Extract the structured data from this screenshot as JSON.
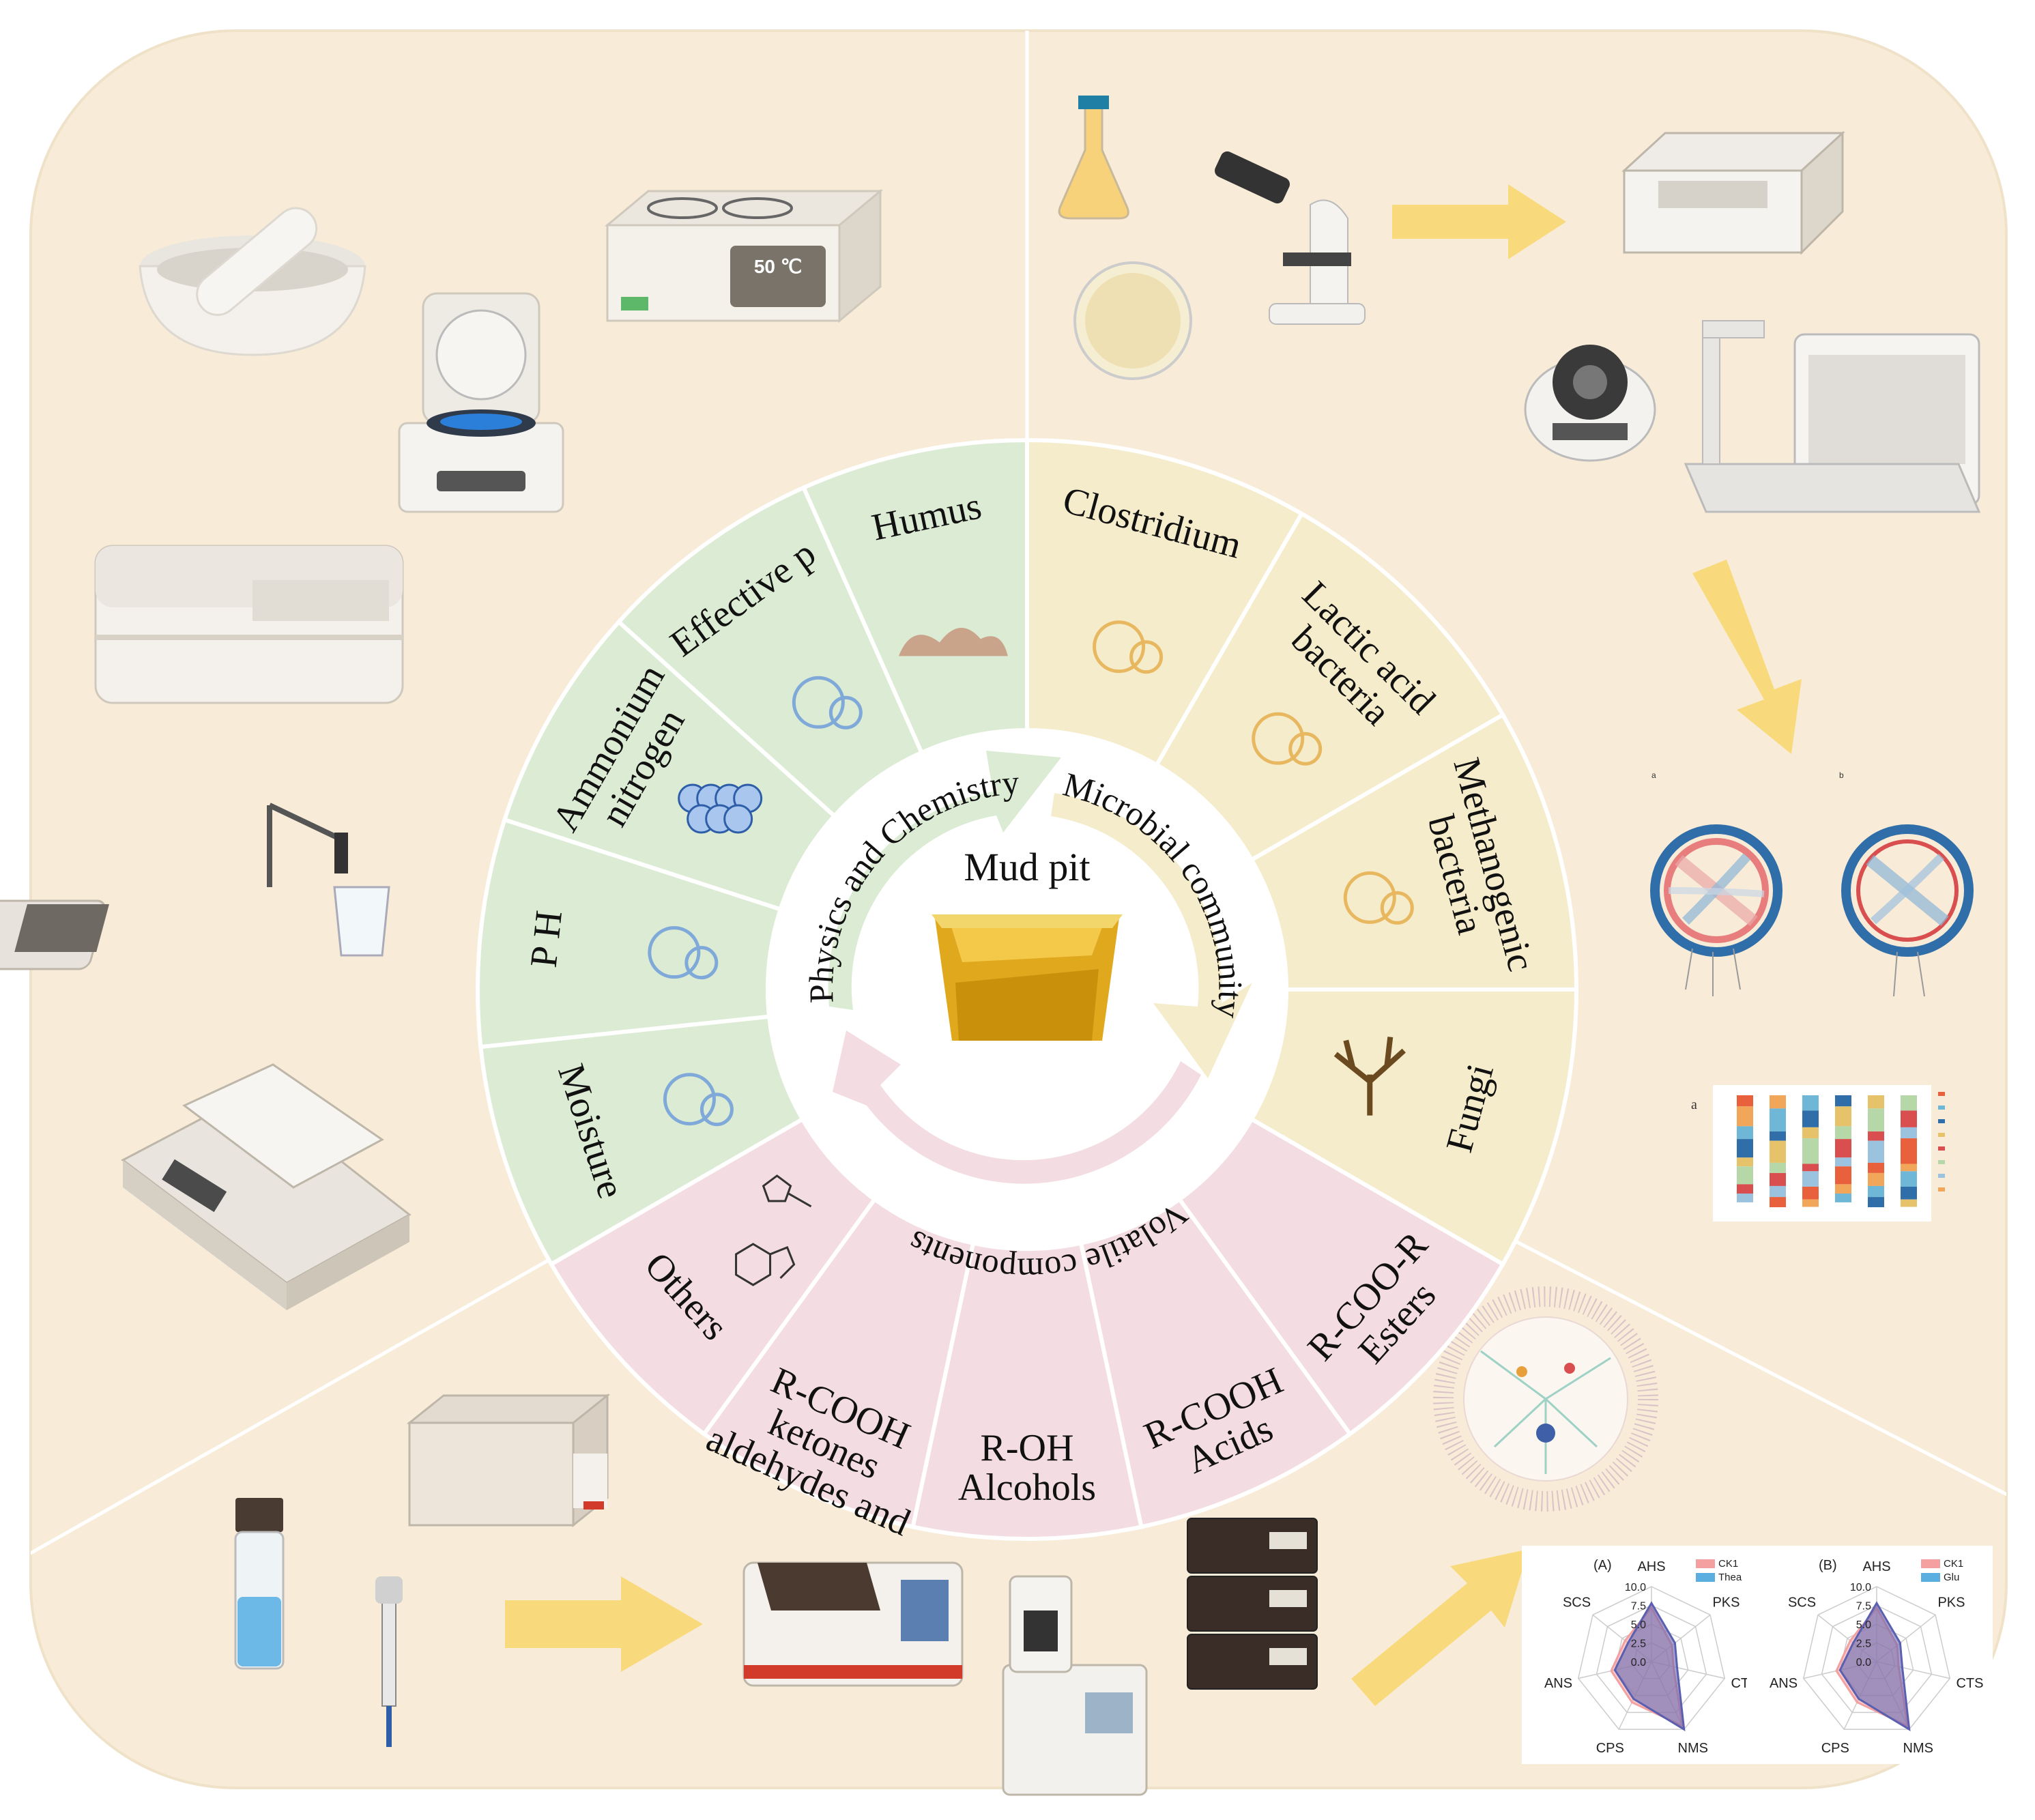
{
  "center": {
    "title": "Mud pit",
    "ring_labels": [
      "Physics and Chemistry",
      "Microbial community",
      "Volatile components"
    ]
  },
  "physics_chemistry": {
    "color": "#dcebd3",
    "segments": [
      {
        "lines": [
          "Humus"
        ],
        "icon": "soil-mound-icon"
      },
      {
        "lines": [
          "Effective p"
        ],
        "icon": "phosphorus-drop-icon"
      },
      {
        "lines": [
          "Ammonium",
          "nitrogen"
        ],
        "icon": "molecule-cluster-icon"
      },
      {
        "lines": [
          "P H"
        ],
        "icon": "beaker-icon"
      },
      {
        "lines": [
          "Moisture"
        ],
        "icon": "water-drops-icon"
      }
    ]
  },
  "microbial": {
    "color": "#f5eccb",
    "segments": [
      {
        "lines": [
          "Clostridium"
        ],
        "icon": "bacteria-icon"
      },
      {
        "lines": [
          "Lactic acid",
          "bacteria"
        ],
        "icon": "lactic-bacteria-icon"
      },
      {
        "lines": [
          "Methanogenic",
          "bacteria"
        ],
        "icon": "methanogen-icon"
      },
      {
        "lines": [
          "Fungi"
        ],
        "icon": "fungi-icon"
      }
    ]
  },
  "volatile": {
    "color": "#f3dde2",
    "segments": [
      {
        "lines": [
          "R-COO-R",
          "Esters"
        ]
      },
      {
        "lines": [
          "R-COOH",
          "Acids"
        ]
      },
      {
        "lines": [
          "R-OH",
          "Alcohols"
        ]
      },
      {
        "lines": [
          "R-COOH",
          "ketones",
          "aldehydes and"
        ]
      },
      {
        "lines": [
          "Others"
        ],
        "icon": "indole-structure-icon"
      }
    ]
  },
  "equipment": {
    "water_bath_display": "50 ℃"
  },
  "bar_chart": {
    "label": "a",
    "colors": [
      "#e8603c",
      "#f2a65a",
      "#6fb7d6",
      "#2f6ea8",
      "#e6c36a",
      "#b6d7a8",
      "#d94e4e",
      "#9bc3e0"
    ]
  },
  "radar_charts": [
    {
      "panel": "(A)",
      "axes": [
        "AHS",
        "PKS",
        "CTS",
        "NMS",
        "CPS",
        "ANS",
        "SCS"
      ],
      "ticks": [
        "10.0",
        "7.5",
        "5.0",
        "2.5",
        "0.0"
      ],
      "legend": [
        "CK1",
        "Thea"
      ],
      "legend_colors": [
        "#f4a0a0",
        "#5aaee0"
      ]
    },
    {
      "panel": "(B)",
      "axes": [
        "AHS",
        "PKS",
        "CTS",
        "NMS",
        "CPS",
        "ANS",
        "SCS"
      ],
      "ticks": [
        "10.0",
        "7.5",
        "5.0",
        "2.5",
        "0.0"
      ],
      "legend": [
        "CK1",
        "Glu"
      ],
      "legend_colors": [
        "#f4a0a0",
        "#5aaee0"
      ]
    }
  ],
  "chord_labels": [
    "a",
    "b"
  ]
}
